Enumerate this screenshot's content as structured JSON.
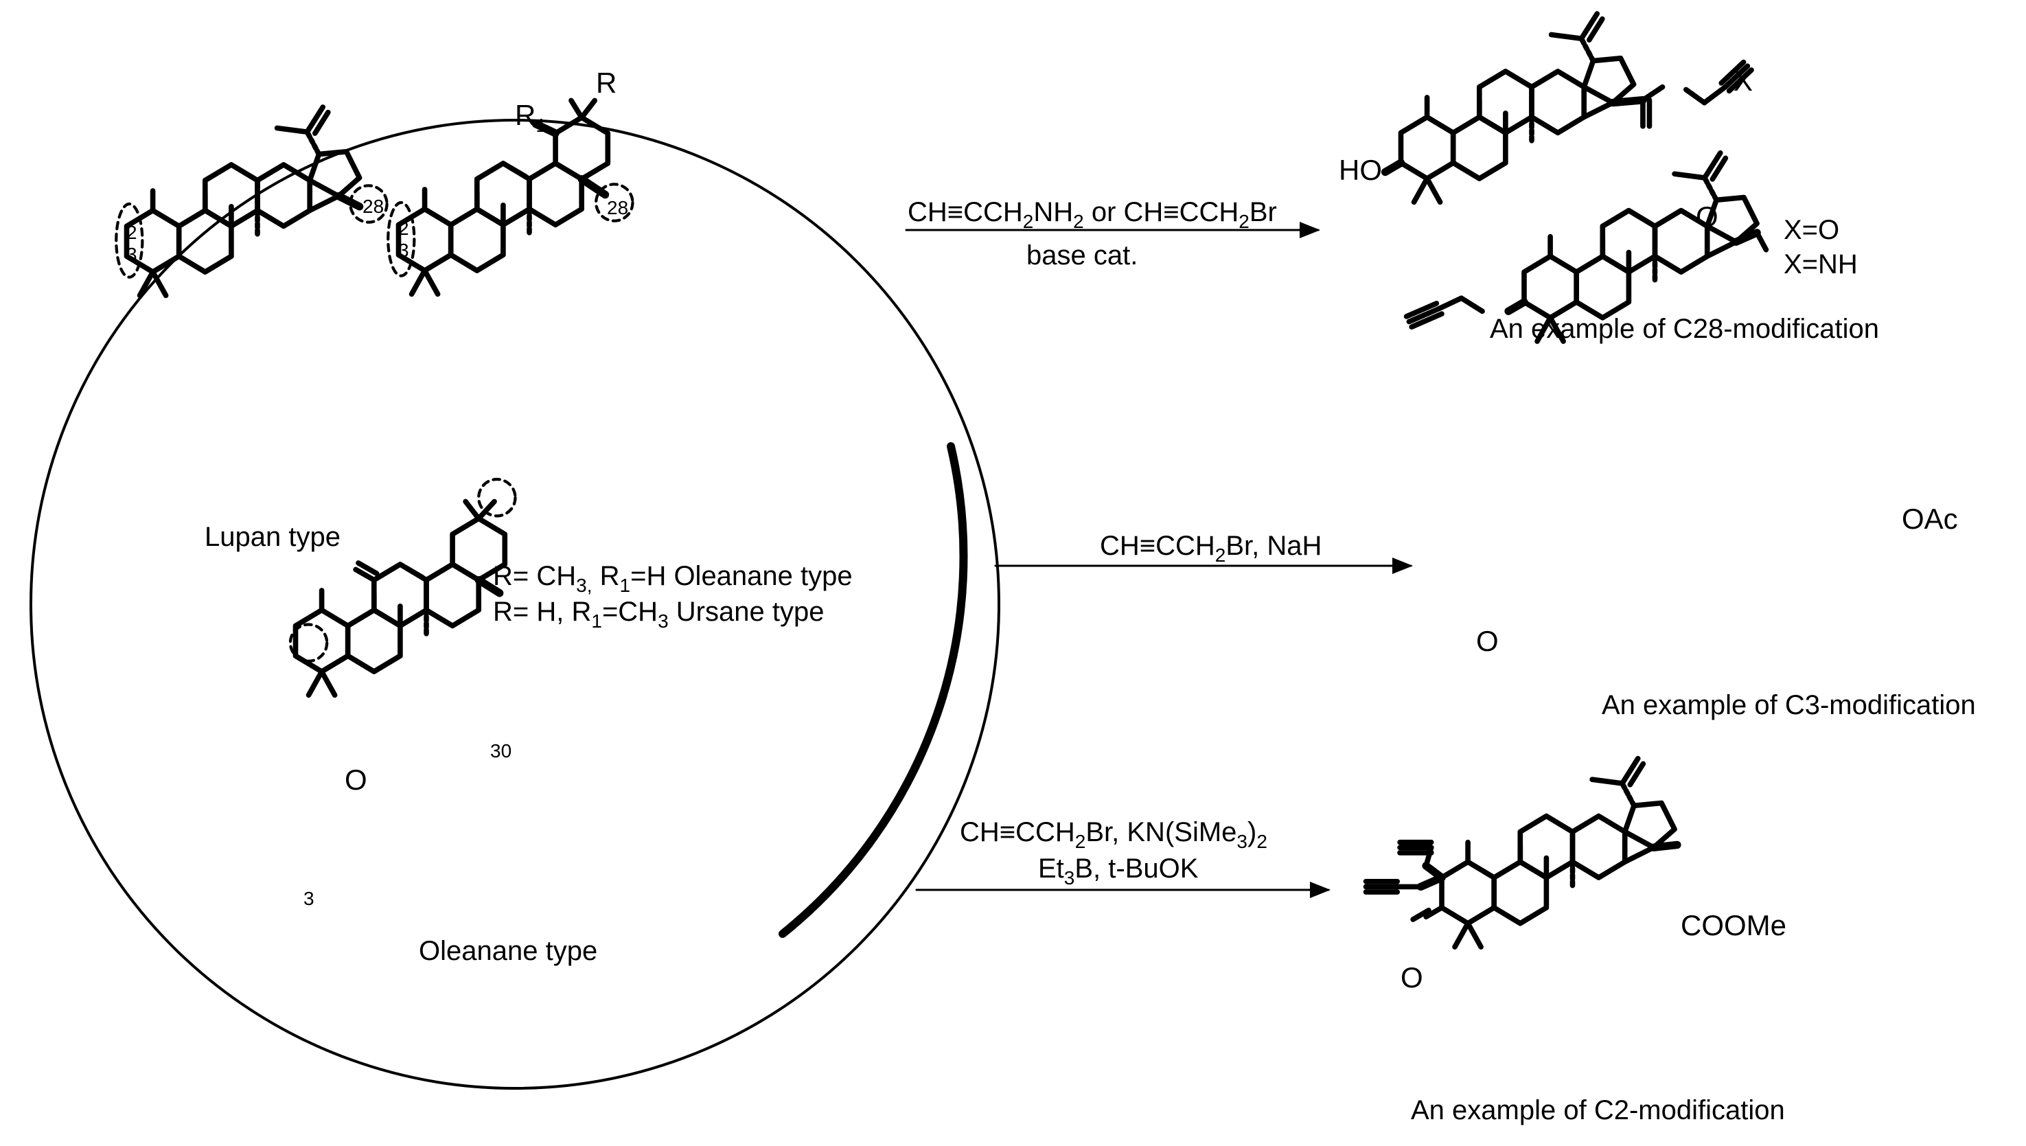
{
  "colors": {
    "ink": "#000000",
    "background": "#ffffff"
  },
  "scaffolds": {
    "lupan": {
      "name": "Lupan type",
      "pos_a": "2",
      "pos_b": "3",
      "pos_c": "28"
    },
    "oleanane_ursane": {
      "pos_a": "2",
      "pos_b": "3",
      "pos_c": "28",
      "sub_r": "R",
      "sub_r1": "R",
      "sub_r1_index": "1",
      "line1": {
        "a": "R= CH",
        "a_sub": "3,",
        "b": " R",
        "b_sub": "1",
        "c": "=H  Oleanane type"
      },
      "line2": {
        "a": "R= H, R",
        "a_sub": "1",
        "b": "=CH",
        "b_sub": "3",
        "c": "  Ursane type"
      }
    },
    "glycyrrhetinic": {
      "name": "Oleanane type",
      "pos_a": "3",
      "pos_b": "30",
      "oxo": "O"
    }
  },
  "reactions": [
    {
      "reagent_line1": {
        "a": "CH≡CCH",
        "a_sub": "2",
        "b": "NH",
        "b_sub": "2",
        "c": " or CH≡CCH",
        "c_sub": "2",
        "d": "Br"
      },
      "reagent_line2": "base cat.",
      "product_caption": "An example of C28-modification",
      "product_labels": {
        "ho": "HO",
        "x": "X",
        "o": "O",
        "x_eq_o": "X=O",
        "x_eq_nh": "X=NH"
      }
    },
    {
      "reagent_line1": {
        "a": "CH≡CCH",
        "a_sub": "2",
        "b": "Br, NaH"
      },
      "product_caption": "An example of C3-modification",
      "product_labels": {
        "o": "O",
        "oac": "OAc"
      }
    },
    {
      "reagent_line1": {
        "a": "CH≡CCH",
        "a_sub": "2",
        "b": "Br, KN(SiMe",
        "b_sub": "3",
        "c": ")",
        "c_sub": "2"
      },
      "reagent_line2": {
        "a": "Et",
        "a_sub": "3",
        "b": "B, t-BuOK"
      },
      "product_caption": "An example of C2-modification",
      "product_labels": {
        "o": "O",
        "coome": "COOMe"
      }
    }
  ]
}
